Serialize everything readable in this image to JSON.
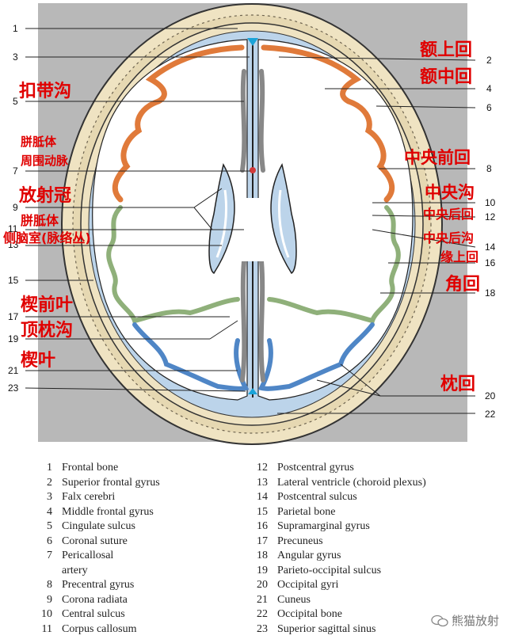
{
  "callout_numbers": [
    "1",
    "2",
    "3",
    "4",
    "5",
    "6",
    "7",
    "8",
    "9",
    "10",
    "11",
    "12",
    "13",
    "14",
    "15",
    "16",
    "17",
    "18",
    "19",
    "20",
    "21",
    "22",
    "23"
  ],
  "chinese_labels": {
    "e_shang_hui": "额上回",
    "e_zhong_hui": "额中回",
    "kou_dai_gou": "扣带沟",
    "pian_zhi_ti_zhou_wei_dong_mai_1": "胼胝体",
    "pian_zhi_ti_zhou_wei_dong_mai_2": "周围动脉",
    "zhong_yang_qian_hui": "中央前回",
    "fang_she_guan": "放射冠",
    "zhong_yang_gou": "中央沟",
    "pian_zhi_ti": "胼胝体",
    "zhong_yang_hou_hui": "中央后回",
    "ce_nao_shi": "侧脑室(脉络丛)",
    "zhong_yang_hou_gou": "中央后沟",
    "yuan_shang_hui": "缘上回",
    "jiao_hui": "角回",
    "xie_qian_ye": "楔前叶",
    "ding_zhen_gou": "顶枕沟",
    "xie_ye": "楔叶",
    "zhen_hui": "枕回"
  },
  "legend": {
    "left": [
      {
        "n": "1",
        "t": "Frontal bone"
      },
      {
        "n": "2",
        "t": "Superior frontal gyrus"
      },
      {
        "n": "3",
        "t": "Falx cerebri"
      },
      {
        "n": "4",
        "t": "Middle frontal gyrus"
      },
      {
        "n": "5",
        "t": "Cingulate sulcus"
      },
      {
        "n": "6",
        "t": "Coronal suture"
      },
      {
        "n": "7",
        "t": "Pericallosal"
      },
      {
        "n": "",
        "t": "artery"
      },
      {
        "n": "8",
        "t": "Precentral gyrus"
      },
      {
        "n": "9",
        "t": "Corona radiata"
      },
      {
        "n": "10",
        "t": "Central sulcus"
      },
      {
        "n": "11",
        "t": "Corpus callosum"
      }
    ],
    "right": [
      {
        "n": "12",
        "t": "Postcentral gyrus"
      },
      {
        "n": "13",
        "t": "Lateral ventricle (choroid plexus)"
      },
      {
        "n": "14",
        "t": "Postcentral sulcus"
      },
      {
        "n": "15",
        "t": "Parietal bone"
      },
      {
        "n": "16",
        "t": "Supramarginal gyrus"
      },
      {
        "n": "17",
        "t": "Precuneus"
      },
      {
        "n": "18",
        "t": "Angular gyrus"
      },
      {
        "n": "19",
        "t": "Parieto-occipital sulcus"
      },
      {
        "n": "20",
        "t": "Occipital gyri"
      },
      {
        "n": "21",
        "t": "Cuneus"
      },
      {
        "n": "22",
        "t": "Occipital bone"
      },
      {
        "n": "23",
        "t": "Superior sagittal sinus"
      }
    ]
  },
  "watermark": "熊猫放射",
  "colors": {
    "background_panel": "#b8b8b8",
    "skull": "#efe3c2",
    "csf": "#bcd4ea",
    "frontal_cortex": "#e07a3a",
    "parietal_cortex": "#8fb07a",
    "occipital_cortex": "#4f86c6",
    "label_red": "#e00000"
  }
}
